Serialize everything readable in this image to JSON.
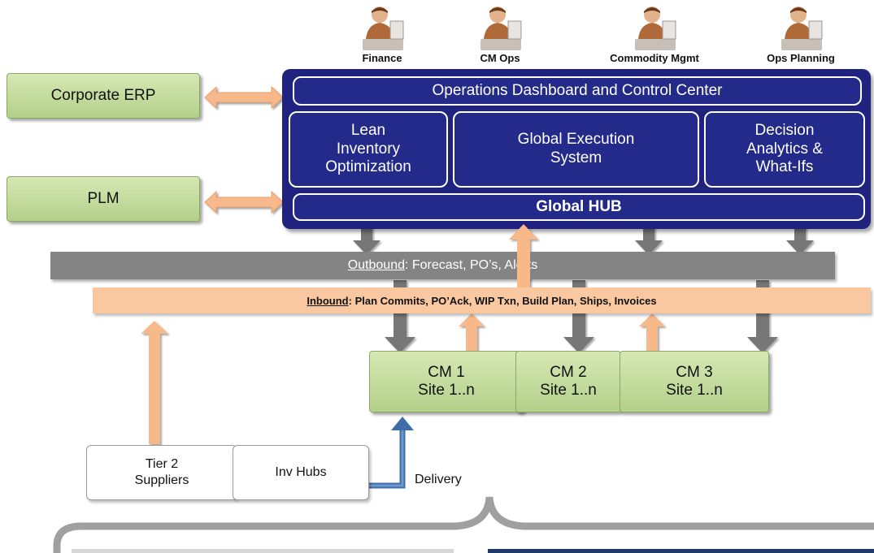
{
  "users": [
    "Finance",
    "CM Ops",
    "Commodity Mgmt",
    "Ops Planning"
  ],
  "external": {
    "erp": "Corporate ERP",
    "plm": "PLM"
  },
  "dashboard": {
    "title": "Operations Dashboard and Control Center",
    "lean": "Lean\nInventory\nOptimization",
    "execution": "Global Execution\nSystem",
    "analytics": "Decision\nAnalytics &\nWhat-Ifs",
    "hub": "Global HUB"
  },
  "outbound": {
    "label": "Outbound",
    "text": ": Forecast,  PO’s, Alerts"
  },
  "inbound": {
    "label": "Inbound",
    "text": ": Plan Commits, PO’Ack, WIP Txn, Build Plan, Ships, Invoices"
  },
  "cms": [
    {
      "name": "CM 1",
      "site": "Site 1..n"
    },
    {
      "name": "CM 2",
      "site": "Site 1..n"
    },
    {
      "name": "CM 3",
      "site": "Site 1..n"
    }
  ],
  "suppliers": "Tier 2\nSuppliers",
  "inv_hubs": "Inv Hubs",
  "delivery": "Delivery",
  "colors": {
    "navy": "#1f237f",
    "green": "#c6dea0",
    "orange_arrow": "#f7b88a",
    "gray_arrow": "#7a7a7a",
    "blue_arrow": "#3e6ea8"
  }
}
